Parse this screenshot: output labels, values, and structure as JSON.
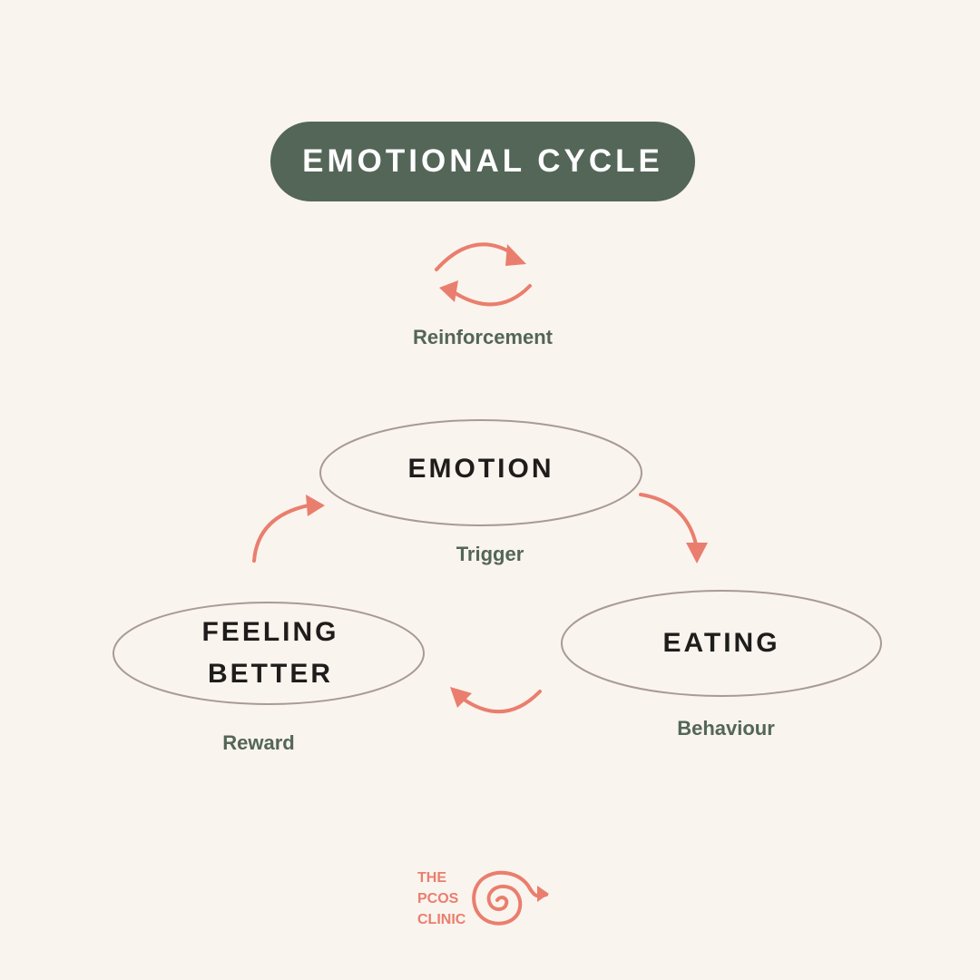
{
  "title": "EMOTIONAL CYCLE",
  "reinforcement": {
    "label": "Reinforcement"
  },
  "nodes": {
    "emotion": {
      "label": "EMOTION",
      "caption": "Trigger"
    },
    "eating": {
      "label": "EATING",
      "caption": "Behaviour"
    },
    "feeling_better": {
      "label_line1": "FEELING",
      "label_line2": "BETTER",
      "caption": "Reward"
    }
  },
  "logo": {
    "line1": "THE",
    "line2": "PCOS",
    "line3": "CLINIC",
    "icon": "spiral-arrow-icon"
  },
  "colors": {
    "background": "#faf4ee",
    "pill": "#536658",
    "arrow": "#ea7e6e",
    "ellipse_stroke": "#a89a96",
    "caption": "#536658",
    "node_text": "#1f1d1b"
  }
}
